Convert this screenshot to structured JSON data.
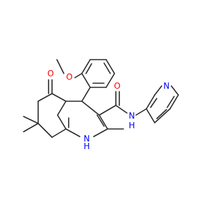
{
  "atoms": {
    "oxygen_methoxy": "O",
    "oxygen_ketone": "O",
    "oxygen_amide": "O",
    "nitrogen_pyridine": "N",
    "nitrogen_amide": "N",
    "amide_h": "H",
    "nitrogen_ring": "N",
    "ring_h": "H"
  },
  "colors": {
    "bond": "#2a2a2a",
    "oxygen": "#ff0000",
    "nitrogen": "#0000ff",
    "carbon": "#000000",
    "background": "#ffffff"
  }
}
